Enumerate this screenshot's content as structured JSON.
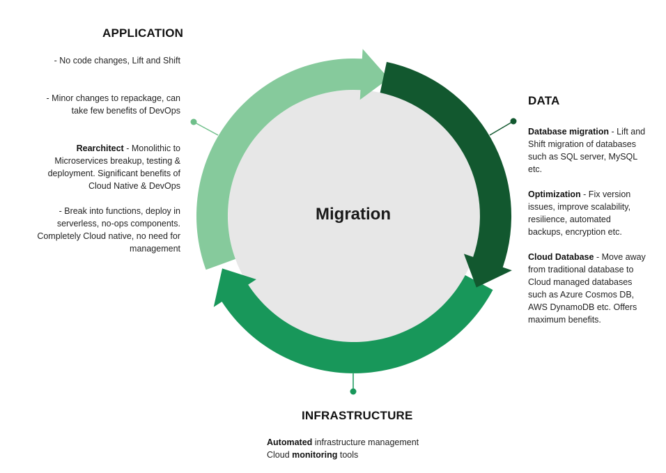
{
  "center_label": "Migration",
  "colors": {
    "light_green": "#86ca9c",
    "dark_green": "#12582f",
    "medium_green": "#18975a",
    "inner_circle": "#e7e7e7",
    "connector": "#6fbf8a"
  },
  "application": {
    "title": "APPLICATION",
    "items": [
      {
        "bold": "",
        "text": "- No code changes, Lift and Shift"
      },
      {
        "bold": "",
        "text": "- Minor changes to repackage, can take few benefits of DevOps"
      },
      {
        "bold": "Rearchitect",
        "text": " - Monolithic to Microservices breakup, testing & deployment. Significant benefits of Cloud Native & DevOps"
      },
      {
        "bold": "",
        "text": "- Break into functions, deploy in serverless, no-ops components. Completely Cloud native, no need for management"
      }
    ]
  },
  "data": {
    "title": "DATA",
    "items": [
      {
        "bold": "Database migration",
        "text": " - Lift and Shift migration of databases such as SQL server, MySQL etc."
      },
      {
        "bold": "Optimization",
        "text": " - Fix version issues, improve scalability, resilience, automated backups, encryption etc."
      },
      {
        "bold": "Cloud Database",
        "text": " - Move away from traditional database to Cloud managed databases such as Azure Cosmos DB, AWS DynamoDB etc. Offers maximum benefits."
      }
    ]
  },
  "infrastructure": {
    "title": "INFRASTRUCTURE",
    "line1_bold": "Automated",
    "line1_text": " infrastructure management",
    "line2_pre": "Cloud ",
    "line2_bold": "monitoring",
    "line2_post": " tools"
  }
}
